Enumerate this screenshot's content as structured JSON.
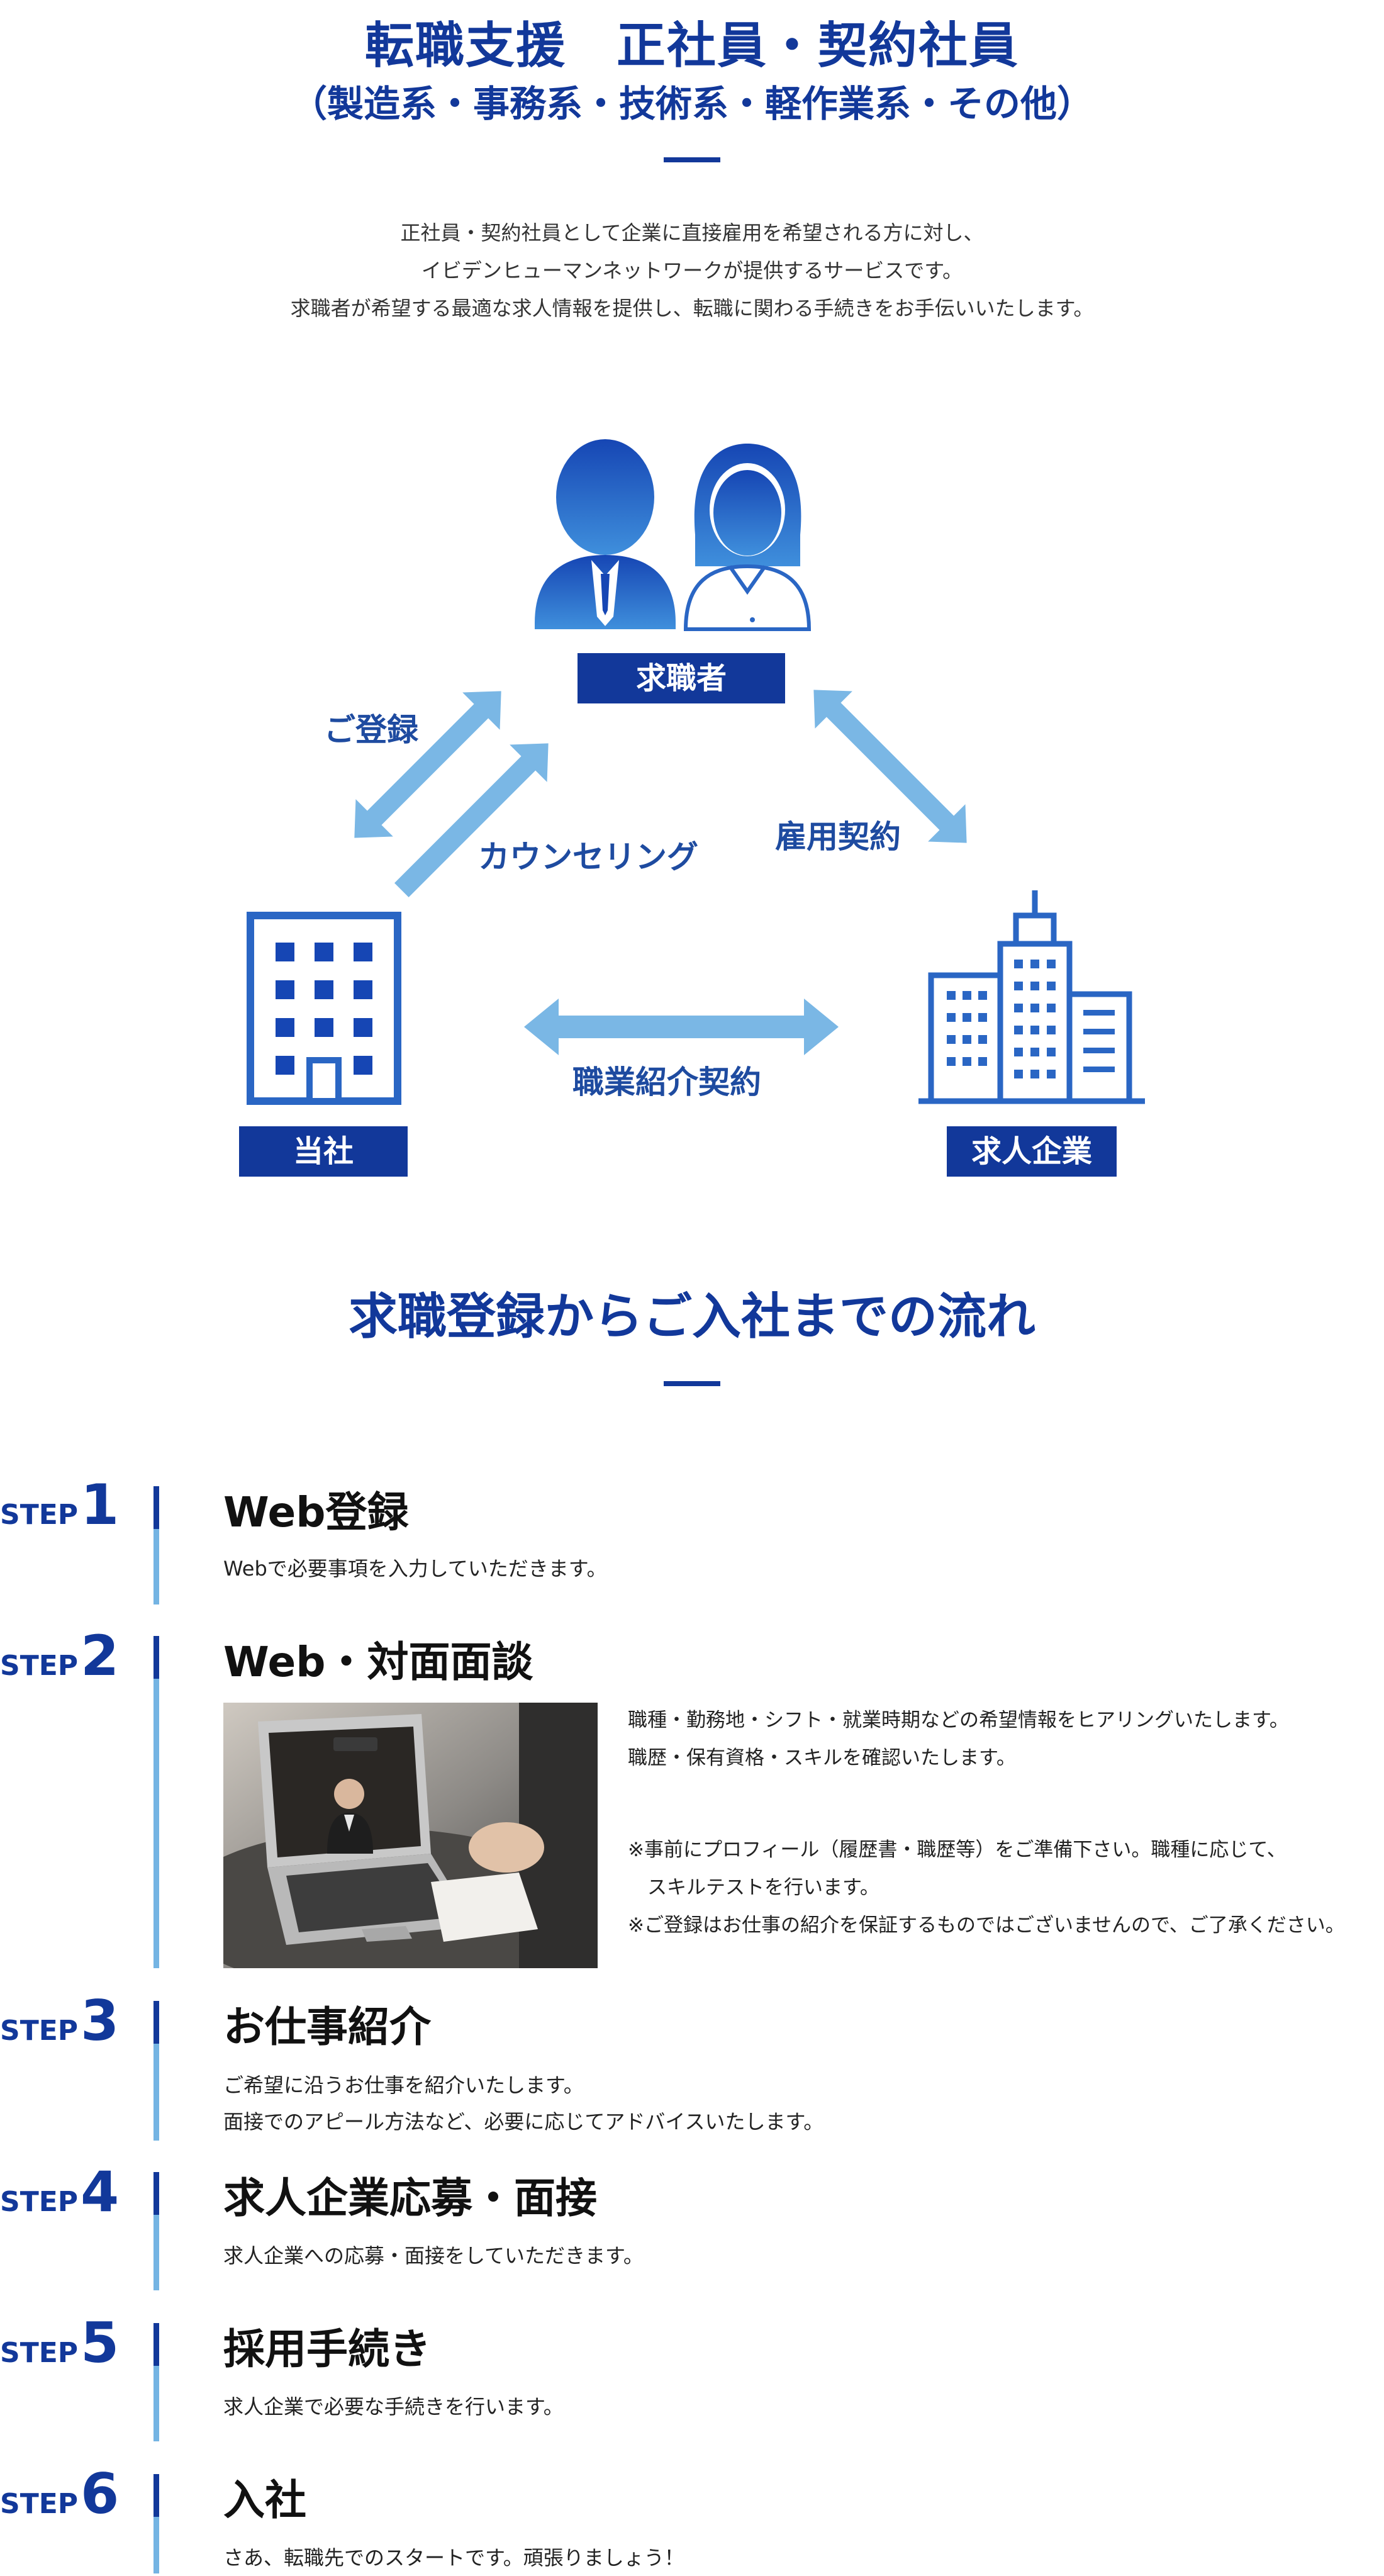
{
  "header": {
    "title_line1": "転職支援　正社員・契約社員",
    "title_line2": "（製造系・事務系・技術系・軽作業系・その他）",
    "intro_lines": [
      "正社員・契約社員として企業に直接雇用を希望される方に対し、",
      "イビデンヒューマンネットワークが提供するサービスです。",
      "求職者が希望する最適な求人情報を提供し、転職に関わる手続きをお手伝いいたします。"
    ]
  },
  "diagram": {
    "job_seeker": "求職者",
    "company_self": "当社",
    "employer": "求人企業",
    "registration": "ご登録",
    "counseling": "カウンセリング",
    "employment_contract": "雇用契約",
    "placement_contract": "職業紹介契約"
  },
  "flow": {
    "title": "求職登録からご入社までの流れ",
    "step_word": "STEP",
    "steps": [
      {
        "num": "1",
        "title": "Web登録",
        "lines": [
          "Webで必要事項を入力していただきます。"
        ]
      },
      {
        "num": "2",
        "title": "Web・対面面談",
        "lines": [
          "職種・勤務地・シフト・就業時期などの希望情報をヒアリングいたします。",
          "職歴・保有資格・スキルを確認いたします。",
          "",
          "※事前にプロフィール（履歴書・職歴等）をご準備下さい。職種に応じて、",
          "　スキルテストを行います。",
          "※ご登録はお仕事の紹介を保証するものではございませんので、ご了承ください。"
        ]
      },
      {
        "num": "3",
        "title": "お仕事紹介",
        "lines": [
          "ご希望に沿うお仕事を紹介いたします。",
          "面接でのアピール方法など、必要に応じてアドバイスいたします。"
        ]
      },
      {
        "num": "4",
        "title": "求人企業応募・面接",
        "lines": [
          "求人企業への応募・面接をしていただきます。"
        ]
      },
      {
        "num": "5",
        "title": "採用手続き",
        "lines": [
          "求人企業で必要な手続きを行います。"
        ]
      },
      {
        "num": "6",
        "title": "入社",
        "lines": [
          "さあ、転職先でのスタートです。頑張りましょう！"
        ]
      }
    ]
  },
  "colors": {
    "navy": "#12389a",
    "light_blue": "#74b4e3",
    "person_blue": "#2a66c4"
  }
}
